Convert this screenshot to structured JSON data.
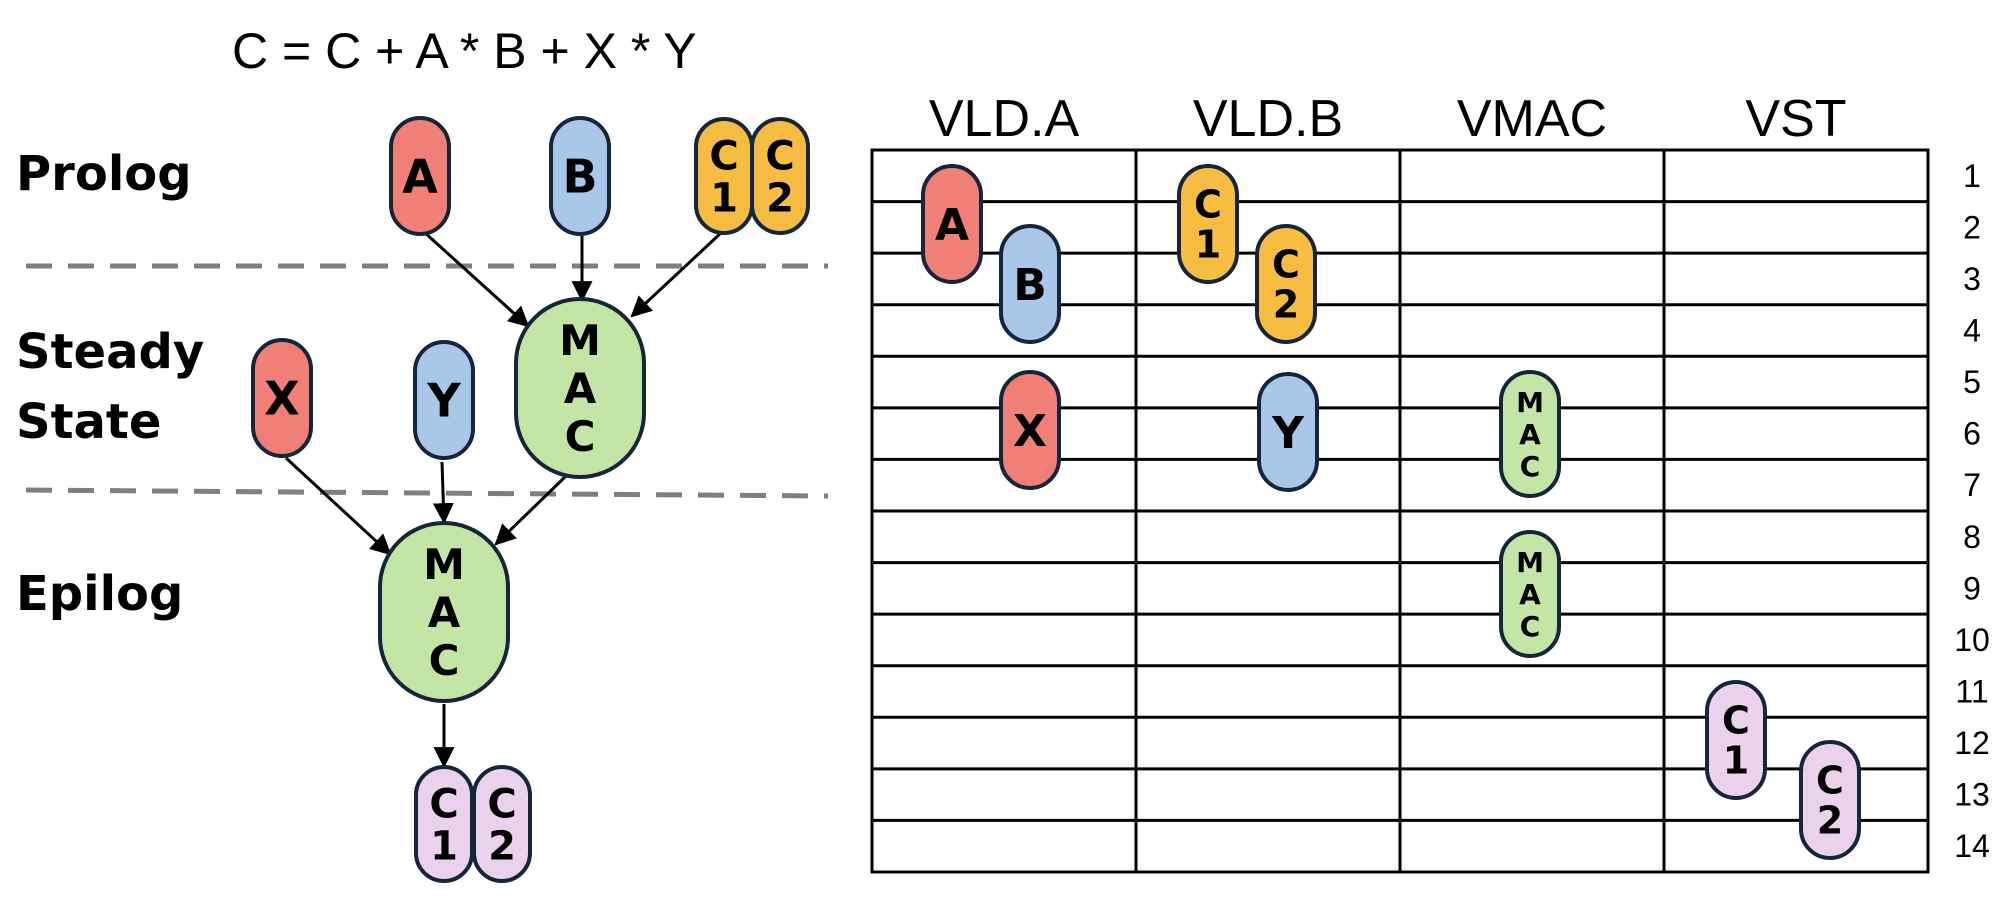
{
  "equation": "C = C + A * B + X * Y",
  "phases": {
    "prolog": "Prolog",
    "steady_line1": "Steady",
    "steady_line2": "State",
    "epilog": "Epilog"
  },
  "colors": {
    "red": "#f07f78",
    "blue": "#a9c7e9",
    "yellow": "#f7bd42",
    "green": "#c3e5a5",
    "purple": "#ead1ec",
    "outline": "#15263a",
    "dash": "#7f7f7f"
  },
  "dag": {
    "a": "A",
    "b": "B",
    "c1": "C\n1",
    "c2": "C\n2",
    "x": "X",
    "y": "Y",
    "mac1": "M\nA\nC",
    "mac2": "M\nA\nC",
    "out_c1": "C\n1",
    "out_c2": "C\n2"
  },
  "schedule": {
    "columns": [
      "VLD.A",
      "VLD.B",
      "VMAC",
      "VST"
    ],
    "rows": [
      "1",
      "2",
      "3",
      "4",
      "5",
      "6",
      "7",
      "8",
      "9",
      "10",
      "11",
      "12",
      "13",
      "14"
    ],
    "ops": {
      "a": "A",
      "b": "B",
      "x": "X",
      "c1": "C\n1",
      "c2": "C\n2",
      "y": "Y",
      "mac1": "M\nA\nC",
      "mac2": "M\nA\nC",
      "st_c1": "C\n1",
      "st_c2": "C\n2"
    }
  }
}
